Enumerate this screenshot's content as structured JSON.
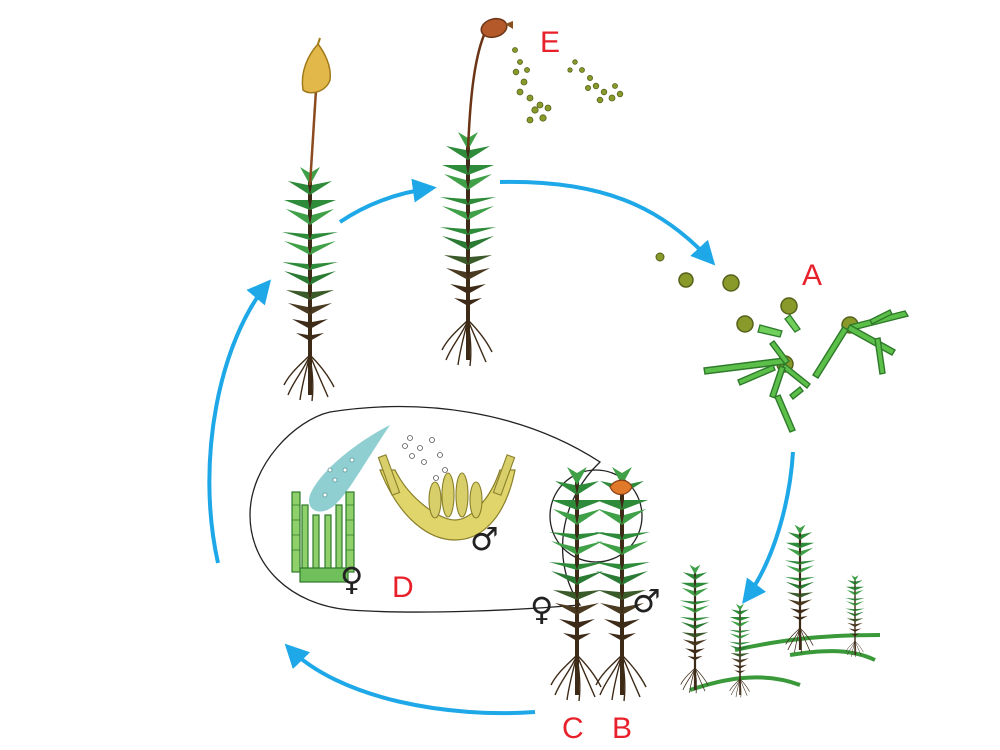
{
  "labels": {
    "a": "A",
    "b": "B",
    "c": "C",
    "d": "D",
    "e": "E"
  },
  "symbols": {
    "female": "♀",
    "male": "♂"
  },
  "colors": {
    "arrow": "#1ea8e8",
    "label": "#e8202a",
    "leaf_green": "#2e8b3a",
    "leaf_light": "#5cbf4a",
    "stem_dark": "#3d2a17",
    "capsule": "#e2b84a",
    "spore": "#8a9a2a",
    "sperm_stream": "#7cc7c9",
    "antheridia": "#d8cf6a"
  }
}
